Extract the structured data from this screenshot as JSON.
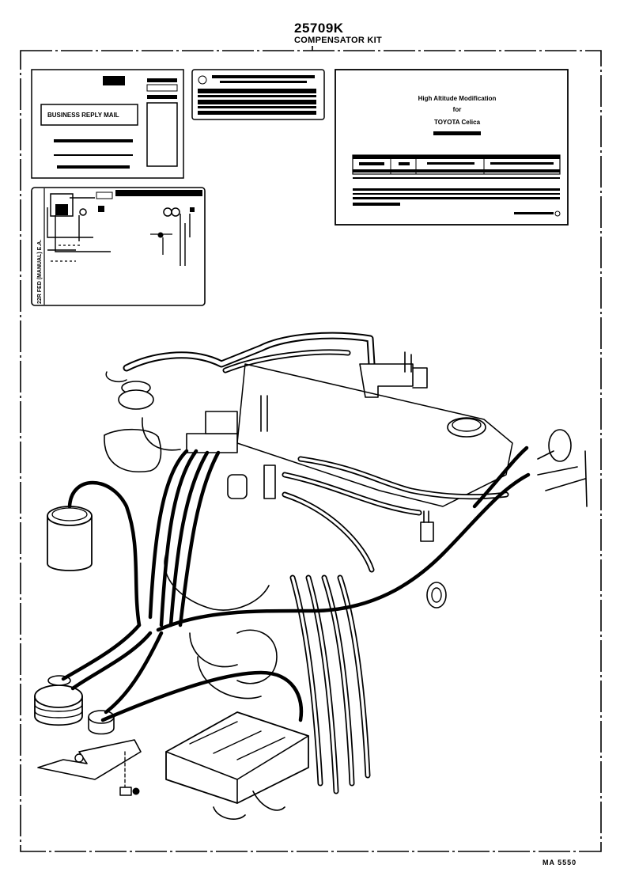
{
  "header": {
    "part_number": "25709K",
    "kit_name": "COMPENSATOR KIT"
  },
  "reply_card": {
    "title": "BUSINESS REPLY MAIL"
  },
  "mod_label": {
    "title": "High Altitude Modification",
    "subtitle_for": "for",
    "model": "TOYOTA Celica"
  },
  "vacuum_label": {
    "side_text": "22R FED (MANUAL) E.A."
  },
  "footer": {
    "figure_code": "MA 5550"
  },
  "colors": {
    "ink": "#000000",
    "paper": "#ffffff"
  }
}
